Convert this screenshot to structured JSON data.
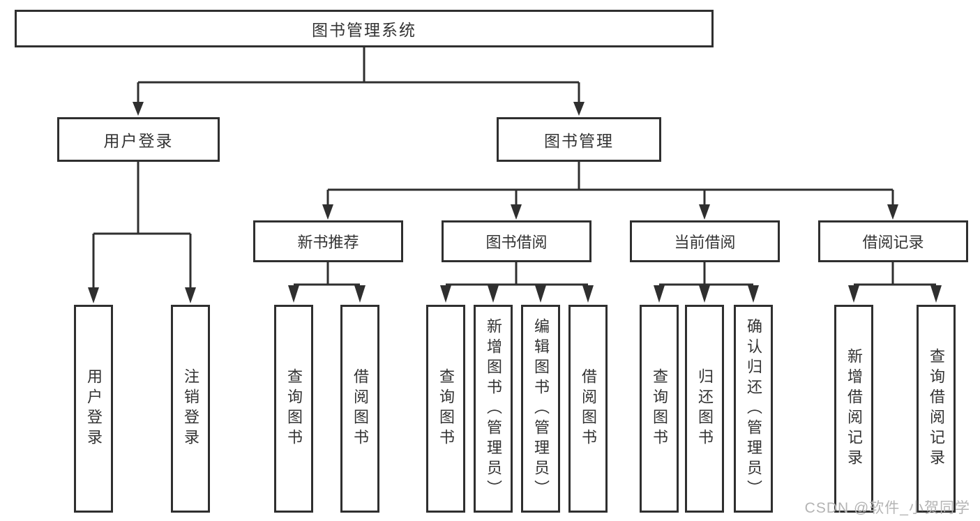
{
  "nodes": {
    "root": {
      "label": "图书管理系统"
    },
    "user_login": {
      "label": "用户登录"
    },
    "book_mgmt": {
      "label": "图书管理"
    },
    "new_books": {
      "label": "新书推荐"
    },
    "book_borrow": {
      "label": "图书借阅"
    },
    "current_borrow": {
      "label": "当前借阅"
    },
    "borrow_records": {
      "label": "借阅记录"
    }
  },
  "leaves": {
    "user_login": [
      "用户登录",
      "注销登录"
    ],
    "new_books": [
      "查询图书",
      "借阅图书"
    ],
    "book_borrow": [
      "查询图书",
      "新增图书（管理员）",
      "编辑图书（管理员）",
      "借阅图书"
    ],
    "current_borrow": [
      "查询图书",
      "归还图书",
      "确认归还（管理员）"
    ],
    "borrow_records": [
      "新增借阅记录",
      "查询借阅记录"
    ]
  },
  "watermark": {
    "text": "CSDN @软件_小贺同学"
  },
  "colors": {
    "line": "#2f2f2f",
    "text": "#333333",
    "background": "#ffffff",
    "watermark": "#b4b4b4"
  }
}
